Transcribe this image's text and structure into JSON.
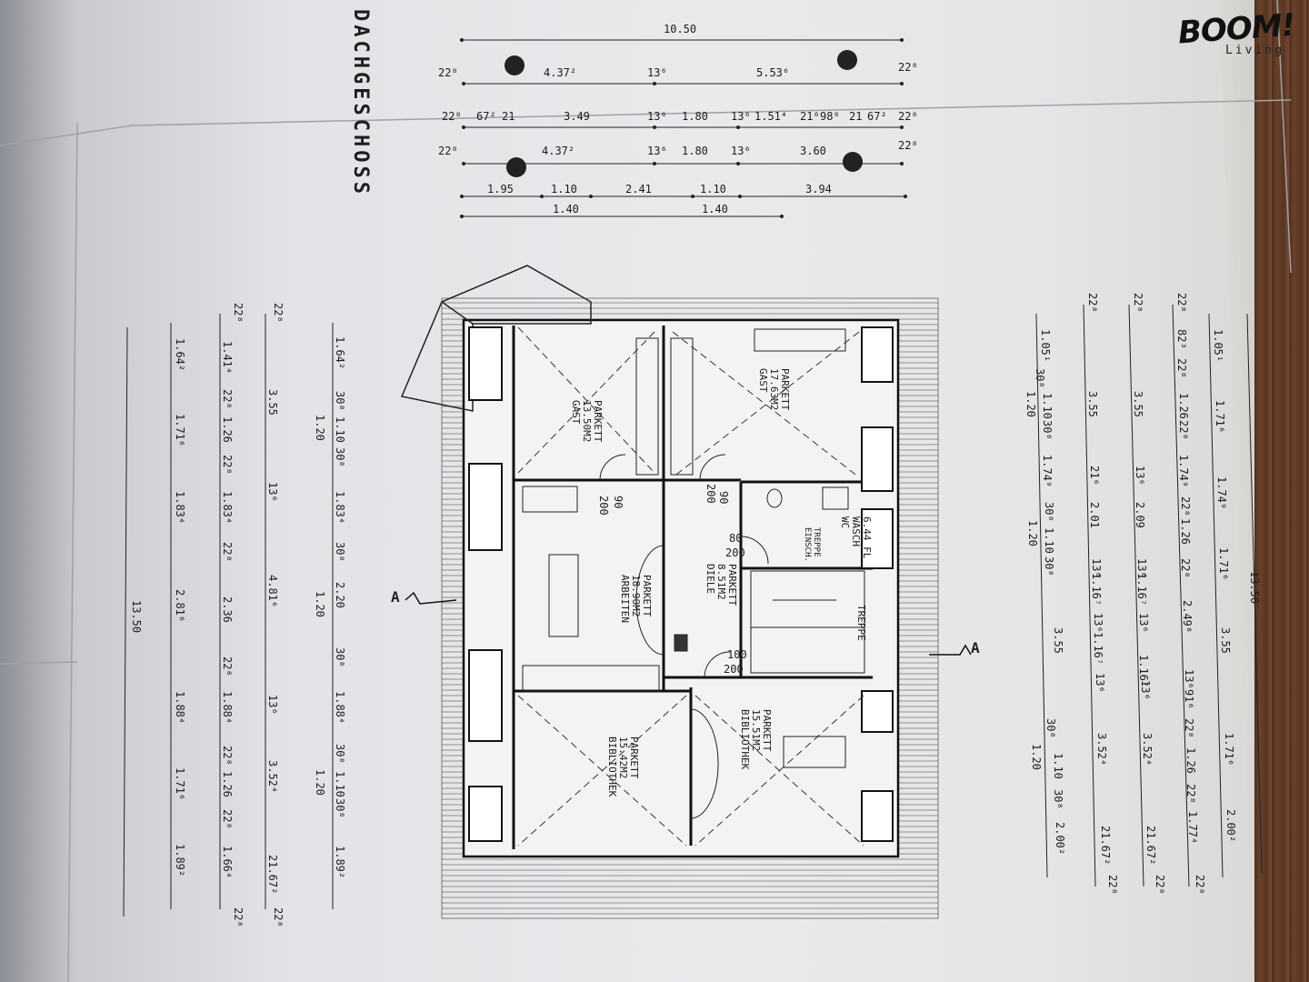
{
  "title": "DACHGESCHOSS",
  "logo": {
    "brand": "BOOM!",
    "sub": "Living"
  },
  "section_marks": {
    "left": "A",
    "right": "A"
  },
  "rooms": [
    {
      "name": "GAST",
      "area": "13.50M2",
      "floor": "PARKETT"
    },
    {
      "name": "GAST",
      "area": "17.63M2",
      "floor": "PARKETT"
    },
    {
      "name": "ARBEITEN",
      "area": "18.90M2",
      "floor": "PARKETT"
    },
    {
      "name": "DIELE",
      "area": "8.51M2",
      "floor": "PARKETT"
    },
    {
      "name": "WC",
      "area": "WASCH",
      "floor": "6.44 FL"
    },
    {
      "name": "BIBLIOTHEK",
      "area": "15.42M2",
      "floor": "PARKETT"
    },
    {
      "name": "BIBLIOTHEK",
      "area": "15.51M2",
      "floor": "PARKETT"
    }
  ],
  "labels": {
    "treppe": "TREPPE",
    "einsch": "EINSCH.",
    "treppe_small": "TREPPE"
  },
  "door_dims": [
    "90",
    "200",
    "90",
    "200",
    "80",
    "200",
    "100",
    "200"
  ],
  "top_dims": {
    "row1": [
      "10.50"
    ],
    "row2": [
      "22⁸",
      "4.37²",
      "13⁶",
      "5.53⁶",
      "22⁸"
    ],
    "row3": [
      "22⁸",
      "67²",
      "21",
      "3.49",
      "13⁶",
      "1.80",
      "13⁶",
      "1.51⁴",
      "21⁶",
      "98⁸",
      "21",
      "67²",
      "22⁸"
    ],
    "row4": [
      "22⁸",
      "4.37²",
      "13⁶",
      "1.80",
      "13⁶",
      "3.60",
      "22⁸"
    ],
    "row5": [
      "1.95",
      "1.10",
      "2.41",
      "1.10",
      "3.94"
    ],
    "row6": [
      "1.40",
      "1.40"
    ]
  },
  "left_dims": {
    "col1": [
      "1.64²",
      "30⁸",
      "1.10",
      "30⁸",
      "1.83⁴",
      "30⁸",
      "2.20",
      "30⁸",
      "1.88⁴",
      "30⁸",
      "1.10",
      "30⁸",
      "1.89²"
    ],
    "col1b": [
      "1.20",
      "1.20",
      "1.20"
    ],
    "col2": [
      "22⁸",
      "3.55",
      "13⁶",
      "4.81⁶",
      "13⁶",
      "3.52⁴",
      "21.67²",
      "22⁸"
    ],
    "col3": [
      "22⁸",
      "1.41⁴",
      "22⁸",
      "1.26",
      "22⁸",
      "1.83⁴",
      "22⁸",
      "2.36",
      "22⁸",
      "1.88⁴",
      "22⁸",
      "1.26",
      "22⁸",
      "1.66⁴",
      "22⁸"
    ],
    "col4": [
      "1.64²",
      "1.71⁶",
      "1.83⁴",
      "2.81⁶",
      "1.88⁴",
      "1.71⁶",
      "1.89²"
    ],
    "col5": [
      "13.50"
    ]
  },
  "right_dims": {
    "col1": [
      "1.05¹",
      "30⁸",
      "1.10",
      "30⁸",
      "1.74⁹",
      "30⁸",
      "1.10",
      "30⁸",
      "3.55",
      "30⁸",
      "1.10",
      "30⁸",
      "2.00²"
    ],
    "col1b": [
      "1.20",
      "1.20",
      "1.20"
    ],
    "col2": [
      "22⁸",
      "3.55",
      "21⁶",
      "2.01",
      "13⁶",
      "1.16⁷",
      "13⁶",
      "1.16⁷",
      "13⁶",
      "3.52⁴",
      "21.67²",
      "22⁸"
    ],
    "col3": [
      "22⁸",
      "3.55",
      "13⁶",
      "2.09",
      "13⁶",
      "1.16⁷",
      "13⁶",
      "1.16⁷",
      "13⁶",
      "3.52⁴",
      "21.67²",
      "22⁸"
    ],
    "col4": [
      "22⁸",
      "82³",
      "22⁸",
      "1.26",
      "22⁸",
      "1.74⁹",
      "22⁸",
      "1.26",
      "22⁸",
      "2.49⁸",
      "13⁶",
      "91⁶",
      "22⁸",
      "1.26",
      "22⁸",
      "1.77⁴",
      "22⁸"
    ],
    "col5": [
      "1.05¹",
      "1.71⁶",
      "1.74⁹",
      "1.71⁶",
      "3.55",
      "1.71⁶",
      "2.00²"
    ],
    "col6": [
      "13.50"
    ]
  }
}
